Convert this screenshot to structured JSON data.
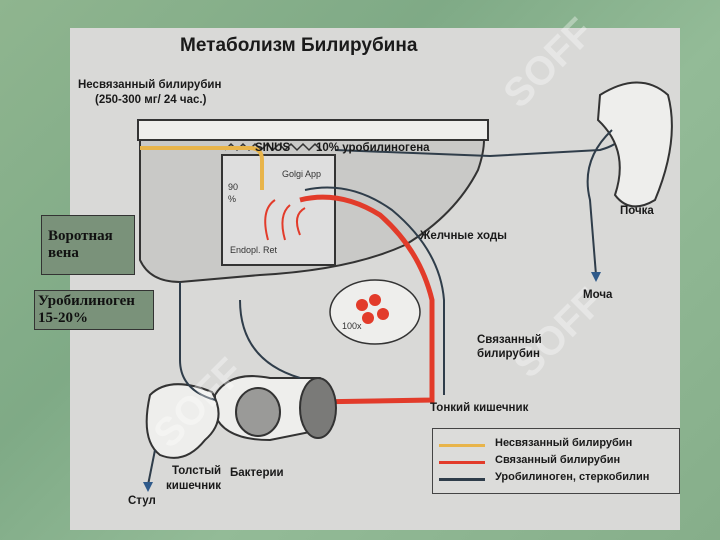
{
  "title": "Метаболизм Билирубина",
  "labels": {
    "unconjugated": "Несвязанный билирубин",
    "unconjugated_rate": "(250-300 мг/ 24 час.)",
    "sinus": "SINUS",
    "urobilinogen_10": "10% уробилиногена",
    "kidney": "Почка",
    "urine": "Моча",
    "bile_ducts": "Желчные ходы",
    "conjugated_1": "Связанный",
    "conjugated_2": "билирубин",
    "small_intestine": "Тонкий кишечник",
    "large_intestine_1": "Толстый",
    "large_intestine_2": "кишечник",
    "bacteria": "Бактерии",
    "stool": "Стул",
    "pct_90": "90",
    "pct_sign": "%",
    "golgi": "Golgi App",
    "endopl": "Endopl. Ret",
    "magnification": "100x"
  },
  "boxes": {
    "portal_vein": "Воротная вена",
    "urobilinogen_pct": "Уробилиноген 15-20%"
  },
  "legend": [
    {
      "label": "Несвязанный билирубин",
      "color": "#e8b44a"
    },
    {
      "label": "Связанный билирубин",
      "color": "#e23b2a"
    },
    {
      "label": "Уробилиноген, стеркобилин",
      "color": "#2f3d4a"
    }
  ],
  "watermark": "SOFF"
}
